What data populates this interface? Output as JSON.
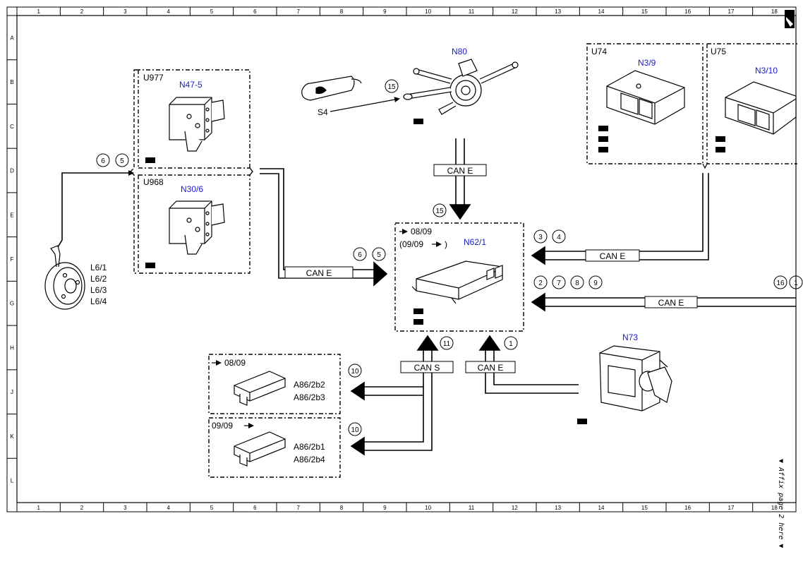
{
  "grid": {
    "columns": [
      "1",
      "2",
      "3",
      "4",
      "5",
      "6",
      "7",
      "8",
      "9",
      "10",
      "11",
      "12",
      "13",
      "14",
      "15",
      "16",
      "17",
      "18"
    ],
    "rows": [
      "A",
      "B",
      "C",
      "D",
      "E",
      "F",
      "G",
      "H",
      "J",
      "K",
      "L"
    ]
  },
  "components": {
    "u977": {
      "code": "U977",
      "name": "N47-5"
    },
    "u968": {
      "code": "U968",
      "name": "N30/6"
    },
    "n80": {
      "name": "N80"
    },
    "s4": {
      "name": "S4"
    },
    "u74": {
      "code": "U74",
      "name": "N3/9"
    },
    "u75": {
      "code": "U75",
      "name": "N3/10"
    },
    "n62": {
      "name": "N62/1",
      "date_from": "08/09",
      "date_paren": "(09/09"
    },
    "n73": {
      "name": "N73"
    },
    "wheel": {
      "labels": [
        "L6/1",
        "L6/2",
        "L6/3",
        "L6/4"
      ]
    },
    "a86_top": {
      "date": "08/09",
      "labels": [
        "A86/2b2",
        "A86/2b3"
      ]
    },
    "a86_bottom": {
      "date": "09/09",
      "labels": [
        "A86/2b1",
        "A86/2b4"
      ]
    }
  },
  "buses": {
    "can_e": "CAN E",
    "can_s": "CAN S"
  },
  "circles": {
    "wheel": [
      "6",
      "5"
    ],
    "n80": "15",
    "n62_top": "15",
    "mid": [
      "6",
      "5"
    ],
    "u74": [
      "3",
      "4"
    ],
    "right": [
      "2",
      "7",
      "8",
      "9"
    ],
    "right_far": [
      "16",
      "1"
    ],
    "can_s": "11",
    "can_e_bottom": "1",
    "a86_top": "10",
    "a86_bottom": "10"
  },
  "affix_note": "▼ Affix page 2 here ▼",
  "colors": {
    "line": "#000000",
    "blue_text": "#1a1acc"
  }
}
